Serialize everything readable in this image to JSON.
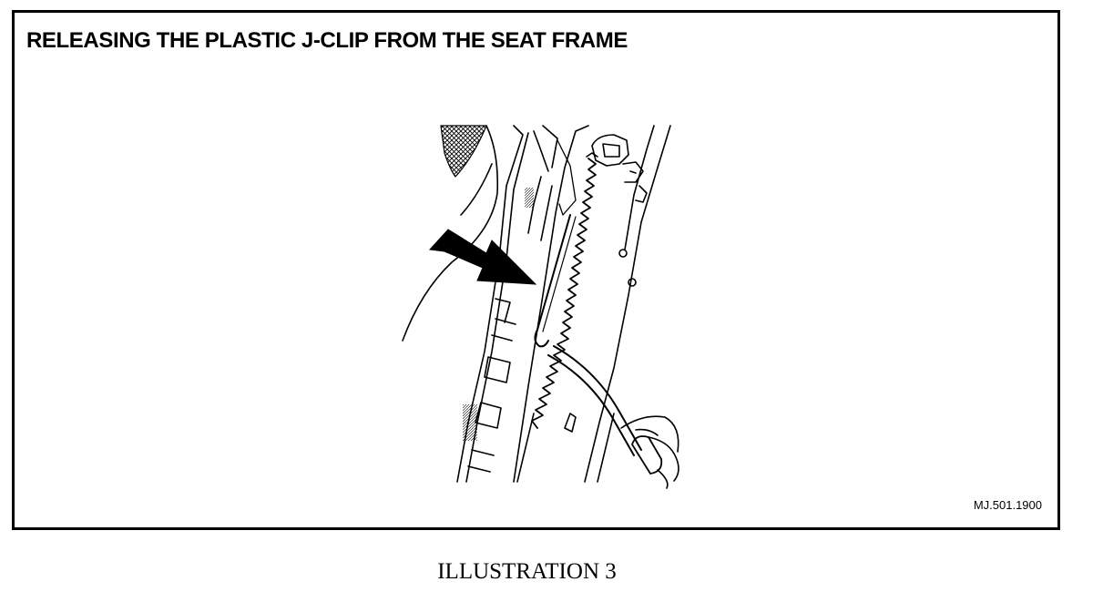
{
  "figure": {
    "title": "RELEASING THE PLASTIC J-CLIP FROM THE SEAT FRAME",
    "reference_code": "MJ.501.1900",
    "caption": "ILLUSTRATION 3",
    "colors": {
      "ink": "#000000",
      "paper": "#ffffff"
    },
    "icons": {
      "pointer": "arrow-icon"
    }
  }
}
